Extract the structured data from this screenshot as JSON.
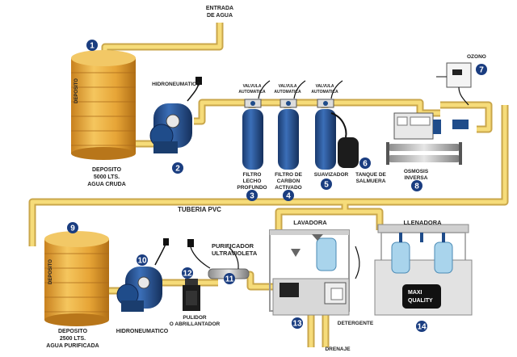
{
  "labels": {
    "inlet": [
      "ENTRADA",
      "DE AGUA"
    ],
    "raw_tank": [
      "DEPOSITO",
      "5000 LTS.",
      "AGUA CRUDA"
    ],
    "hydro_top": "HIDRONEUMATICO",
    "valve": [
      "VALVULA",
      "AUTOMATICA"
    ],
    "filter_deep": [
      "FILTRO",
      "LECHO",
      "PROFUNDO"
    ],
    "filter_carbon": [
      "FILTRO DE",
      "CARBON",
      "ACTIVADO"
    ],
    "softener": "SUAVIZADOR",
    "brine": [
      "TANQUE DE",
      "SALMUERA"
    ],
    "ozone": "OZONO",
    "ro": [
      "OSMOSIS",
      "INVERSA"
    ],
    "pvc": "TUBERIA PVC",
    "washer": "LAVADORA",
    "filler": "LLENADORA",
    "pure_tank": [
      "DEPOSITO",
      "2500 LTS.",
      "AGUA PURIFICADA"
    ],
    "hydro_bottom": "HIDRONEUMATICO",
    "uv": [
      "PURIFICADOR",
      "ULTRAVIOLETA"
    ],
    "polisher": [
      "PULIDOR",
      "O ABRILLANTADOR"
    ],
    "detergent": "DETERGENTE",
    "drain": "DRENAJE",
    "tank_side_1": "DEPOSITO",
    "tank_side_2": "DEPOSITO",
    "brand": [
      "MAXI",
      "QUALITY"
    ]
  },
  "numbers": [
    "1",
    "2",
    "3",
    "4",
    "5",
    "6",
    "7",
    "8",
    "9",
    "10",
    "11",
    "12",
    "13",
    "14"
  ],
  "colors": {
    "pipe": "#f2d36b",
    "tank": "#e7a838",
    "blue": "#1f4c8a",
    "badge": "#1a3d80"
  }
}
